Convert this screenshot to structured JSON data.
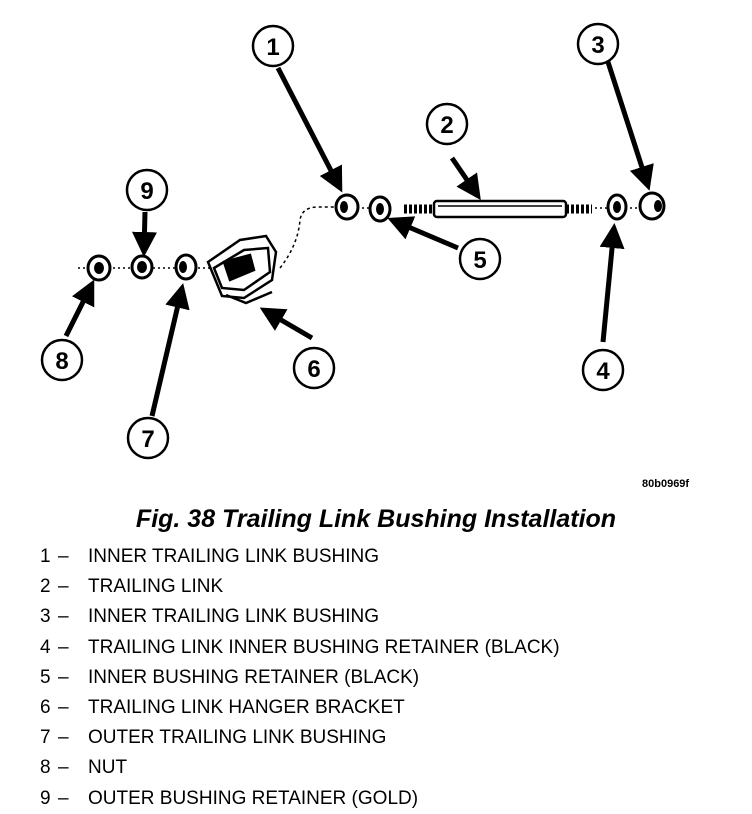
{
  "figure_code": "80b0969f",
  "caption": "Fig. 38 Trailing Link Bushing Installation",
  "callouts": [
    "1",
    "2",
    "3",
    "4",
    "5",
    "6",
    "7",
    "8",
    "9"
  ],
  "legend": [
    {
      "num": "1",
      "dash": "–",
      "text": "INNER TRAILING LINK BUSHING"
    },
    {
      "num": "2",
      "dash": "–",
      "text": "TRAILING LINK"
    },
    {
      "num": "3",
      "dash": "–",
      "text": "INNER TRAILING LINK BUSHING"
    },
    {
      "num": "4",
      "dash": "–",
      "text": "TRAILING LINK INNER BUSHING RETAINER (BLACK)"
    },
    {
      "num": "5",
      "dash": "–",
      "text": "INNER BUSHING RETAINER (BLACK)"
    },
    {
      "num": "6",
      "dash": "–",
      "text": "TRAILING LINK HANGER BRACKET"
    },
    {
      "num": "7",
      "dash": "–",
      "text": "OUTER TRAILING LINK BUSHING"
    },
    {
      "num": "8",
      "dash": "–",
      "text": "NUT"
    },
    {
      "num": "9",
      "dash": "–",
      "text": "OUTER BUSHING RETAINER (GOLD)"
    }
  ]
}
